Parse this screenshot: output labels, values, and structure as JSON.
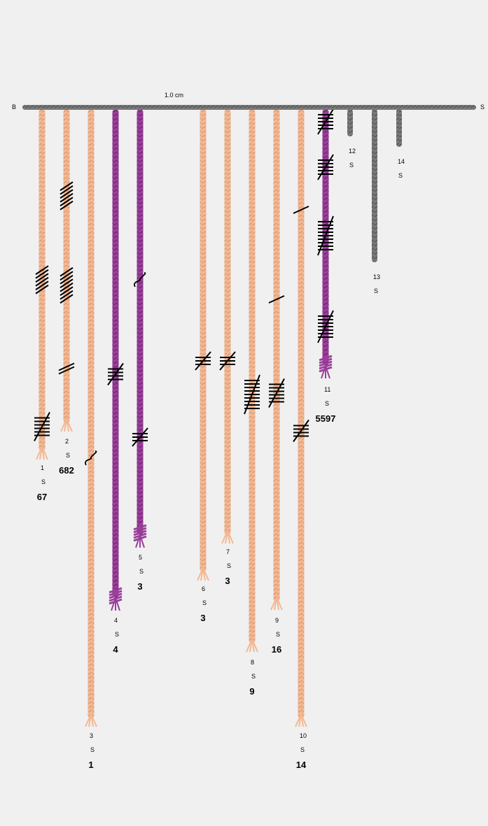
{
  "primary_cord": {
    "start_label": "B",
    "end_label": "S",
    "scale_label": "1.0 cm",
    "color": "#7a7a7a"
  },
  "colors": {
    "peach": "#f3b893",
    "purple": "#9b3f9b",
    "grey": "#7a7a7a",
    "knot": "#000000"
  },
  "cords": [
    {
      "number": "1",
      "direction": "S",
      "value": "67",
      "color": "peach",
      "knots": [
        {
          "type": "long",
          "turns": 6
        },
        {
          "type": "long",
          "turns": 1,
          "wrap": 6
        }
      ]
    },
    {
      "number": "2",
      "direction": "S",
      "value": "682",
      "color": "peach",
      "knots": [
        {
          "type": "long",
          "turns": 6
        },
        {
          "type": "long",
          "turns": 8
        },
        {
          "type": "single",
          "count": 2
        }
      ]
    },
    {
      "number": "3",
      "direction": "S",
      "value": "1",
      "color": "peach",
      "knots": [
        {
          "type": "figure-eight",
          "count": 1
        }
      ]
    },
    {
      "number": "4",
      "direction": "S",
      "value": "4",
      "color": "purple",
      "knots": [
        {
          "type": "single",
          "count": 4
        }
      ]
    },
    {
      "number": "5",
      "direction": "S",
      "value": "3",
      "color": "purple",
      "knots": [
        {
          "type": "figure-eight",
          "count": 1
        },
        {
          "type": "single",
          "count": 3
        }
      ]
    },
    {
      "number": "6",
      "direction": "S",
      "value": "3",
      "color": "peach",
      "knots": [
        {
          "type": "single",
          "count": 3
        }
      ]
    },
    {
      "number": "7",
      "direction": "S",
      "value": "3",
      "color": "peach",
      "knots": [
        {
          "type": "single",
          "count": 3
        }
      ]
    },
    {
      "number": "8",
      "direction": "S",
      "value": "9",
      "color": "peach",
      "knots": [
        {
          "type": "single",
          "count": 9
        }
      ]
    },
    {
      "number": "9",
      "direction": "S",
      "value": "16",
      "color": "peach",
      "knots": [
        {
          "type": "single",
          "count": 1
        },
        {
          "type": "single",
          "count": 6
        }
      ]
    },
    {
      "number": "10",
      "direction": "S",
      "value": "14",
      "color": "peach",
      "knots": [
        {
          "type": "single",
          "count": 1
        },
        {
          "type": "single",
          "count": 4
        }
      ]
    },
    {
      "number": "11",
      "direction": "S",
      "value": "5597",
      "color": "purple",
      "knots": [
        {
          "type": "single",
          "count": 5
        },
        {
          "type": "single",
          "count": 5
        },
        {
          "type": "single",
          "count": 9
        },
        {
          "type": "single",
          "count": 7
        }
      ]
    },
    {
      "number": "12",
      "direction": "S",
      "value": "",
      "color": "grey",
      "knots": []
    },
    {
      "number": "13",
      "direction": "S",
      "value": "",
      "color": "grey",
      "knots": []
    },
    {
      "number": "14",
      "direction": "S",
      "value": "",
      "color": "grey",
      "knots": []
    }
  ]
}
